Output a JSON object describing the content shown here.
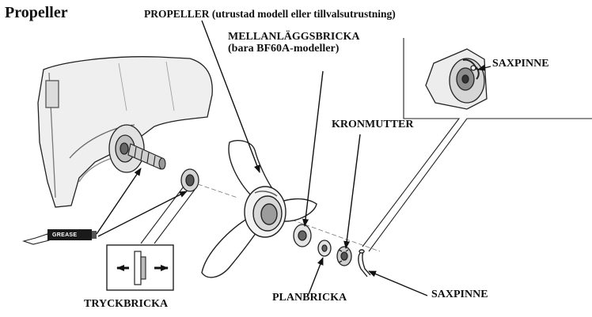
{
  "header": {
    "title": "Propeller"
  },
  "labels": {
    "propeller": "PROPELLER (utrustad modell eller tillvalsutrustning)",
    "shim_line1": "MELLANLÄGGSBRICKA",
    "shim_line2": "(bara BF60A-modeller)",
    "cotter_pin_detail": "SAXPINNE",
    "castle_nut": "KRONMUTTER",
    "flat_washer": "PLANBRICKA",
    "cotter_pin": "SAXPINNE",
    "thrust_washer": "TRYCKBRICKA",
    "grease": "GREASE"
  },
  "colors": {
    "ink": "#111111",
    "paper": "#ffffff",
    "metal": "#d9d9d9",
    "shade": "#9a9a9a"
  }
}
